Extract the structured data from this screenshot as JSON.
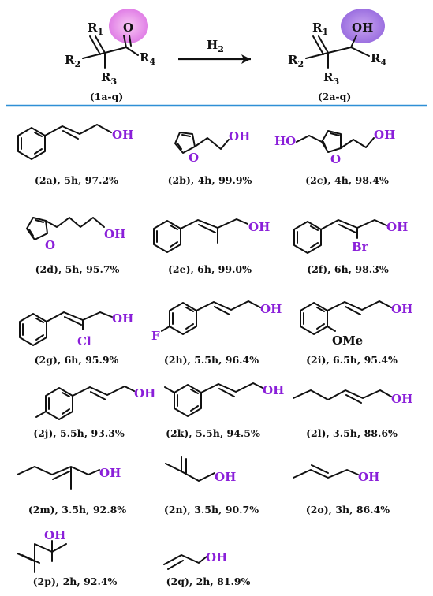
{
  "colors": {
    "hydroxyl": "#8a1fd9",
    "heteroatom": "#8a1fd9",
    "divider": "#2e8fd6",
    "highlight_start": "#f4b8ef",
    "highlight_end": "#d67be0",
    "bond": "#111111"
  },
  "scheme": {
    "reagent": "H",
    "reagent_sub": "2",
    "substrate": {
      "R1": "R",
      "R1_sub": "1",
      "R2": "R",
      "R2_sub": "2",
      "R3": "R",
      "R3_sub": "3",
      "R4": "R",
      "R4_sub": "4",
      "carbonyl_O": "O",
      "caption": "(1a-q)"
    },
    "product": {
      "R1": "R",
      "R1_sub": "1",
      "R2": "R",
      "R2_sub": "2",
      "R3": "R",
      "R3_sub": "3",
      "R4": "R",
      "R4_sub": "4",
      "hydroxyl": "OH",
      "caption": "(2a-q)"
    }
  },
  "products": [
    {
      "id": "2a",
      "caption": "(2a), 5h, 97.2%",
      "oh": "OH"
    },
    {
      "id": "2b",
      "caption": "(2b), 4h, 99.9%",
      "oh": "OH",
      "ring_o": "O"
    },
    {
      "id": "2c",
      "caption": "(2c), 4h, 98.4%",
      "oh": "OH",
      "oh2": "HO",
      "ring_o": "O"
    },
    {
      "id": "2d",
      "caption": "(2d), 5h, 95.7%",
      "oh": "OH",
      "ring_o": "O"
    },
    {
      "id": "2e",
      "caption": "(2e), 6h, 99.0%",
      "oh": "OH"
    },
    {
      "id": "2f",
      "caption": "(2f), 6h, 98.3%",
      "oh": "OH",
      "halogen": "Br"
    },
    {
      "id": "2g",
      "caption": "(2g), 6h, 95.9%",
      "oh": "OH",
      "halogen": "Cl"
    },
    {
      "id": "2h",
      "caption": "(2h), 5.5h, 96.4%",
      "oh": "OH",
      "halogen": "F"
    },
    {
      "id": "2i",
      "caption": "(2i), 6.5h, 95.4%",
      "oh": "OH",
      "ome": "OMe"
    },
    {
      "id": "2j",
      "caption": "(2j), 5.5h, 93.3%",
      "oh": "OH"
    },
    {
      "id": "2k",
      "caption": "(2k), 5.5h, 94.5%",
      "oh": "OH"
    },
    {
      "id": "2l",
      "caption": "(2l), 3.5h, 88.6%",
      "oh": "OH"
    },
    {
      "id": "2m",
      "caption": "(2m), 3.5h, 92.8%",
      "oh": "OH"
    },
    {
      "id": "2n",
      "caption": "(2n), 3.5h, 90.7%",
      "oh": "OH"
    },
    {
      "id": "2o",
      "caption": "(2o), 3h, 86.4%",
      "oh": "OH"
    },
    {
      "id": "2p",
      "caption": "(2p), 2h, 92.4%",
      "oh": "OH"
    },
    {
      "id": "2q",
      "caption": "(2q), 2h, 81.9%",
      "oh": "OH"
    }
  ]
}
